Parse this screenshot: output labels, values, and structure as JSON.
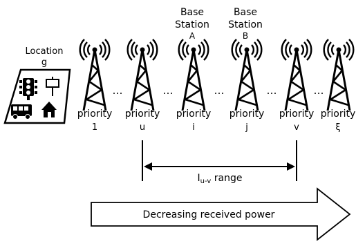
{
  "location": {
    "label_line1": "Location",
    "label_line2": "g"
  },
  "base_stations": [
    {
      "line1": "Base",
      "line2": "Station",
      "line3": "A"
    },
    {
      "line1": "Base",
      "line2": "Station",
      "line3": "B"
    }
  ],
  "towers": [
    {
      "priority_label": "priority",
      "priority_value": "1"
    },
    {
      "priority_label": "priority",
      "priority_value": "u"
    },
    {
      "priority_label": "priority",
      "priority_value": "i"
    },
    {
      "priority_label": "priority",
      "priority_value": "j"
    },
    {
      "priority_label": "priority",
      "priority_value": "v"
    },
    {
      "priority_label": "priority",
      "priority_value": "ξ"
    }
  ],
  "ellipsis": "…",
  "range": {
    "symbol": "I",
    "subscript": "u-v",
    "label": " range"
  },
  "power_arrow": {
    "label": "Decreasing received power"
  }
}
